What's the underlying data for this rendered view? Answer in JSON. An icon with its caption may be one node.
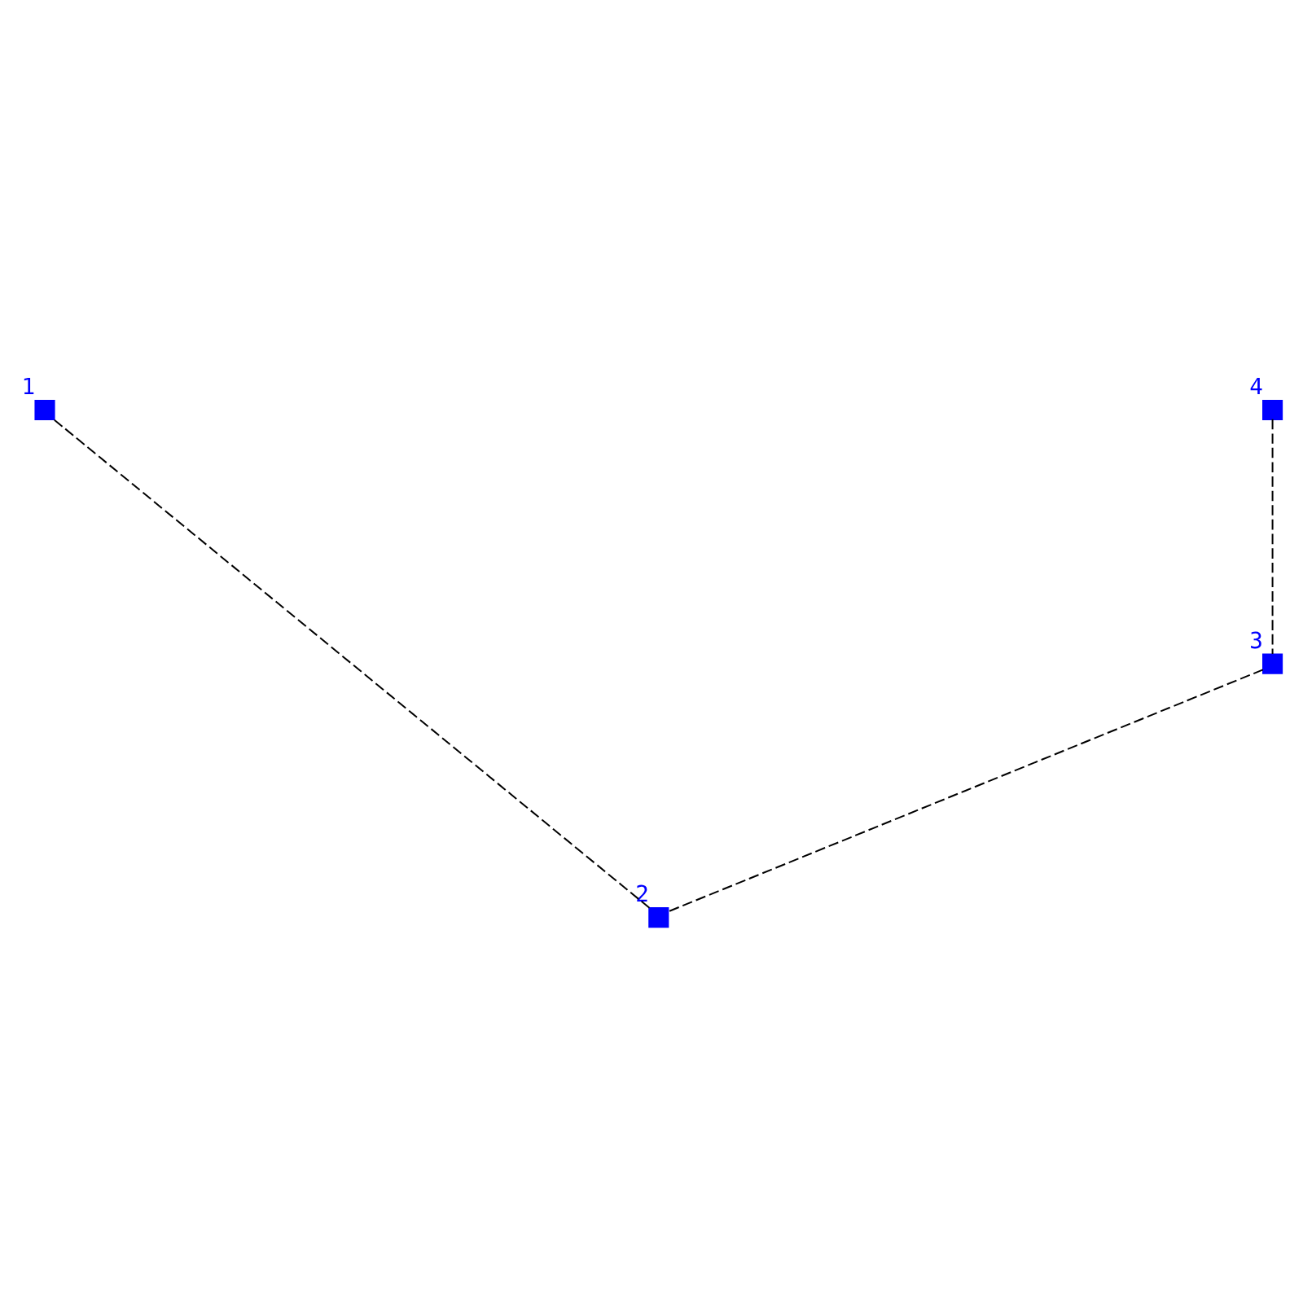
{
  "diagram": {
    "nodes": [
      {
        "text": [],
        "shape": "box",
        "beside": [
          "1"
        ]
      },
      {
        "text": [],
        "shape": "box",
        "beside": [
          "4"
        ]
      },
      {
        "text": [],
        "shape": "box",
        "beside": [
          "3"
        ]
      },
      {
        "text": [],
        "shape": "box",
        "beside": [
          "2"
        ]
      }
    ],
    "edges": [
      {
        "from": 0,
        "to": 3,
        "arrow": "none",
        "style": "dashed"
      },
      {
        "from": 2,
        "to": 3,
        "arrow": "none",
        "style": "dashed"
      },
      {
        "from": 1,
        "to": 2,
        "arrow": "none",
        "style": "dashed"
      }
    ]
  }
}
